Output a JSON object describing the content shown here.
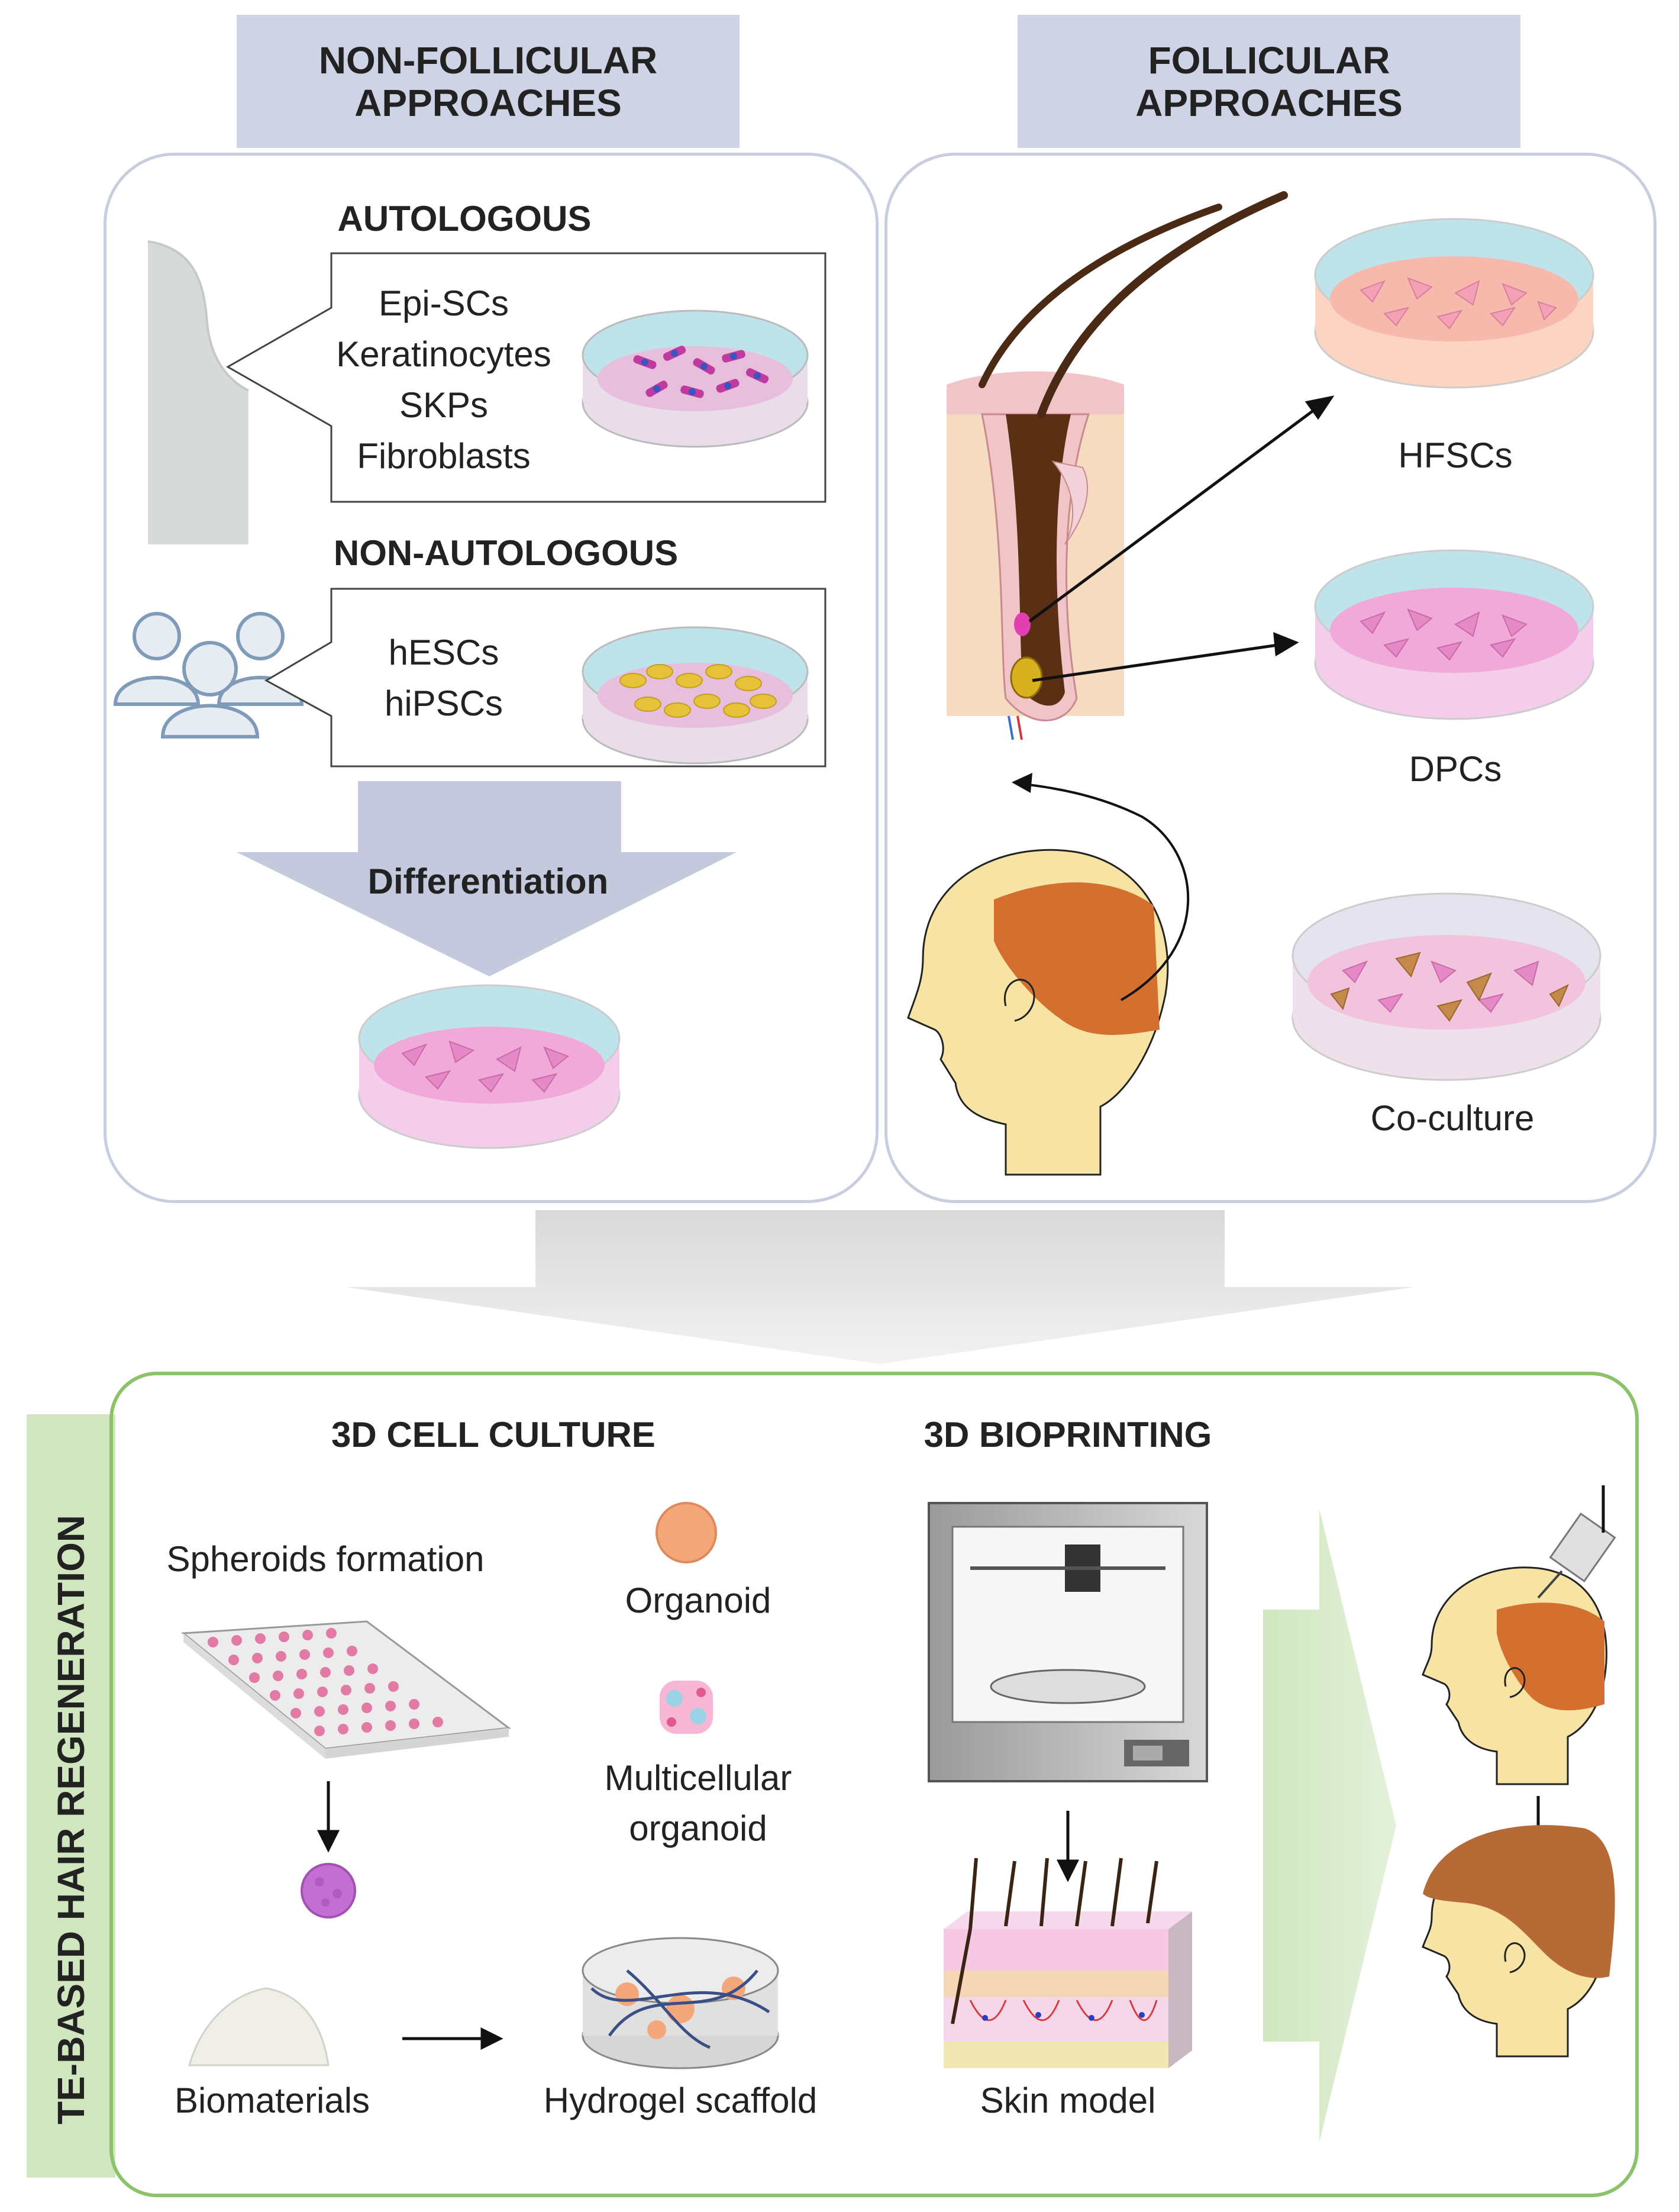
{
  "non_follicular": {
    "title_line1": "NON-FOLLICULAR",
    "title_line2": "APPROACHES",
    "autologous": {
      "heading": "AUTOLOGOUS",
      "cells": [
        "Epi-SCs",
        "Keratinocytes",
        "SKPs",
        "Fibroblasts"
      ]
    },
    "non_autologous": {
      "heading": "NON-AUTOLOGOUS",
      "cells": [
        "hESCs",
        "hiPSCs"
      ]
    },
    "differentiation": "Differentiation"
  },
  "follicular": {
    "title_line1": "FOLLICULAR",
    "title_line2": "APPROACHES",
    "hfscs": "HFSCs",
    "dpcs": "DPCs",
    "coculture": "Co-culture"
  },
  "regeneration": {
    "side_label": "TE-BASED HAIR REGENERATION",
    "cell_culture": {
      "heading": "3D CELL CULTURE",
      "spheroids": "Spheroids formation",
      "organoid": "Organoid",
      "multicellular_line1": "Multicellular",
      "multicellular_line2": "organoid",
      "biomaterials": "Biomaterials",
      "hydrogel": "Hydrogel scaffold"
    },
    "bioprinting": {
      "heading": "3D BIOPRINTING",
      "skin_model": "Skin model"
    }
  },
  "colors": {
    "tab": "#cfd3e6",
    "panel": "#eef0f7",
    "green_panel": "#eef5e9",
    "green_border": "#8bc26a",
    "arrow_grey": "#e6e6e6",
    "dish_pink": "#f6c9e6",
    "dish_peach": "#fbd4c2",
    "hair": "#d3702f",
    "head": "#f7e4a4"
  }
}
